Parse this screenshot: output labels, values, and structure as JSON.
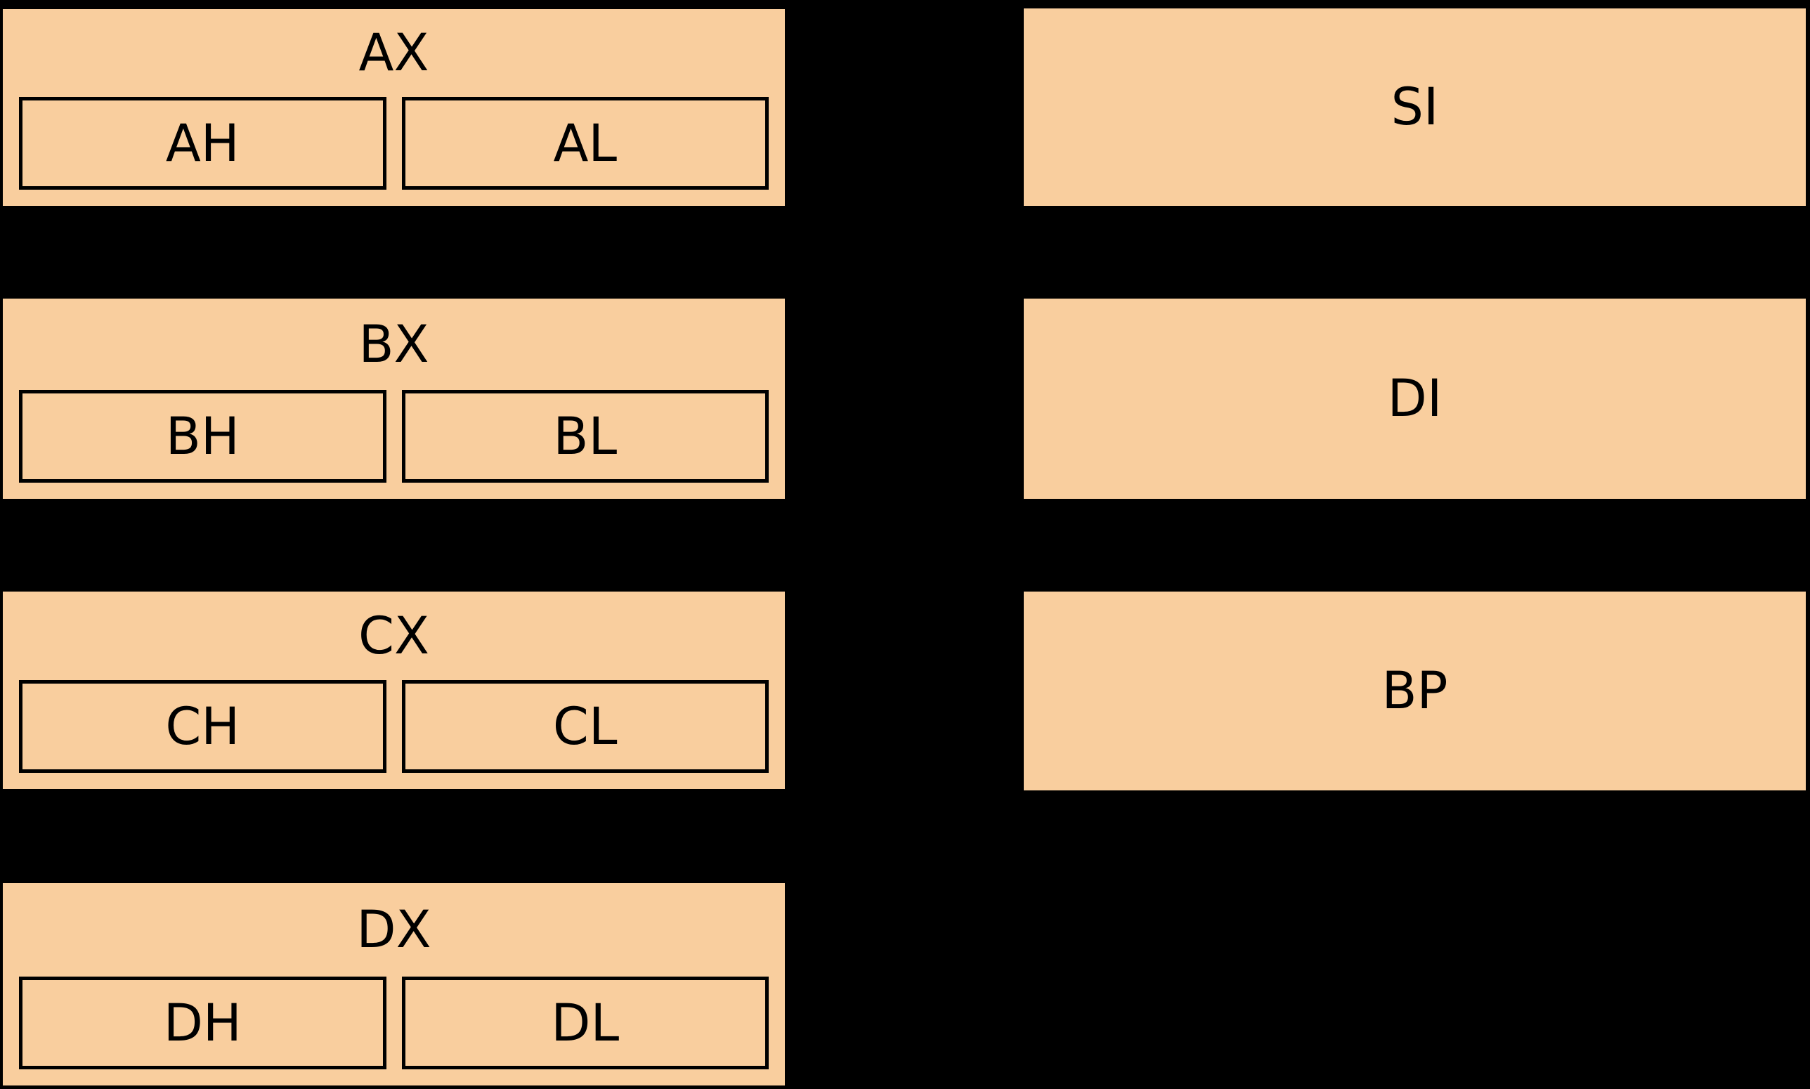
{
  "diagram": {
    "title_implicit": "x86 general purpose and pointer registers",
    "colors": {
      "background": "#000000",
      "box_fill": "#F9CE9E",
      "box_border": "#000000",
      "text": "#000000"
    },
    "left_registers": [
      {
        "name": "AX",
        "high": "AH",
        "low": "AL"
      },
      {
        "name": "BX",
        "high": "BH",
        "low": "BL"
      },
      {
        "name": "CX",
        "high": "CH",
        "low": "CL"
      },
      {
        "name": "DX",
        "high": "DH",
        "low": "DL"
      }
    ],
    "right_registers": [
      {
        "name": "SI"
      },
      {
        "name": "DI"
      },
      {
        "name": "BP"
      }
    ]
  }
}
